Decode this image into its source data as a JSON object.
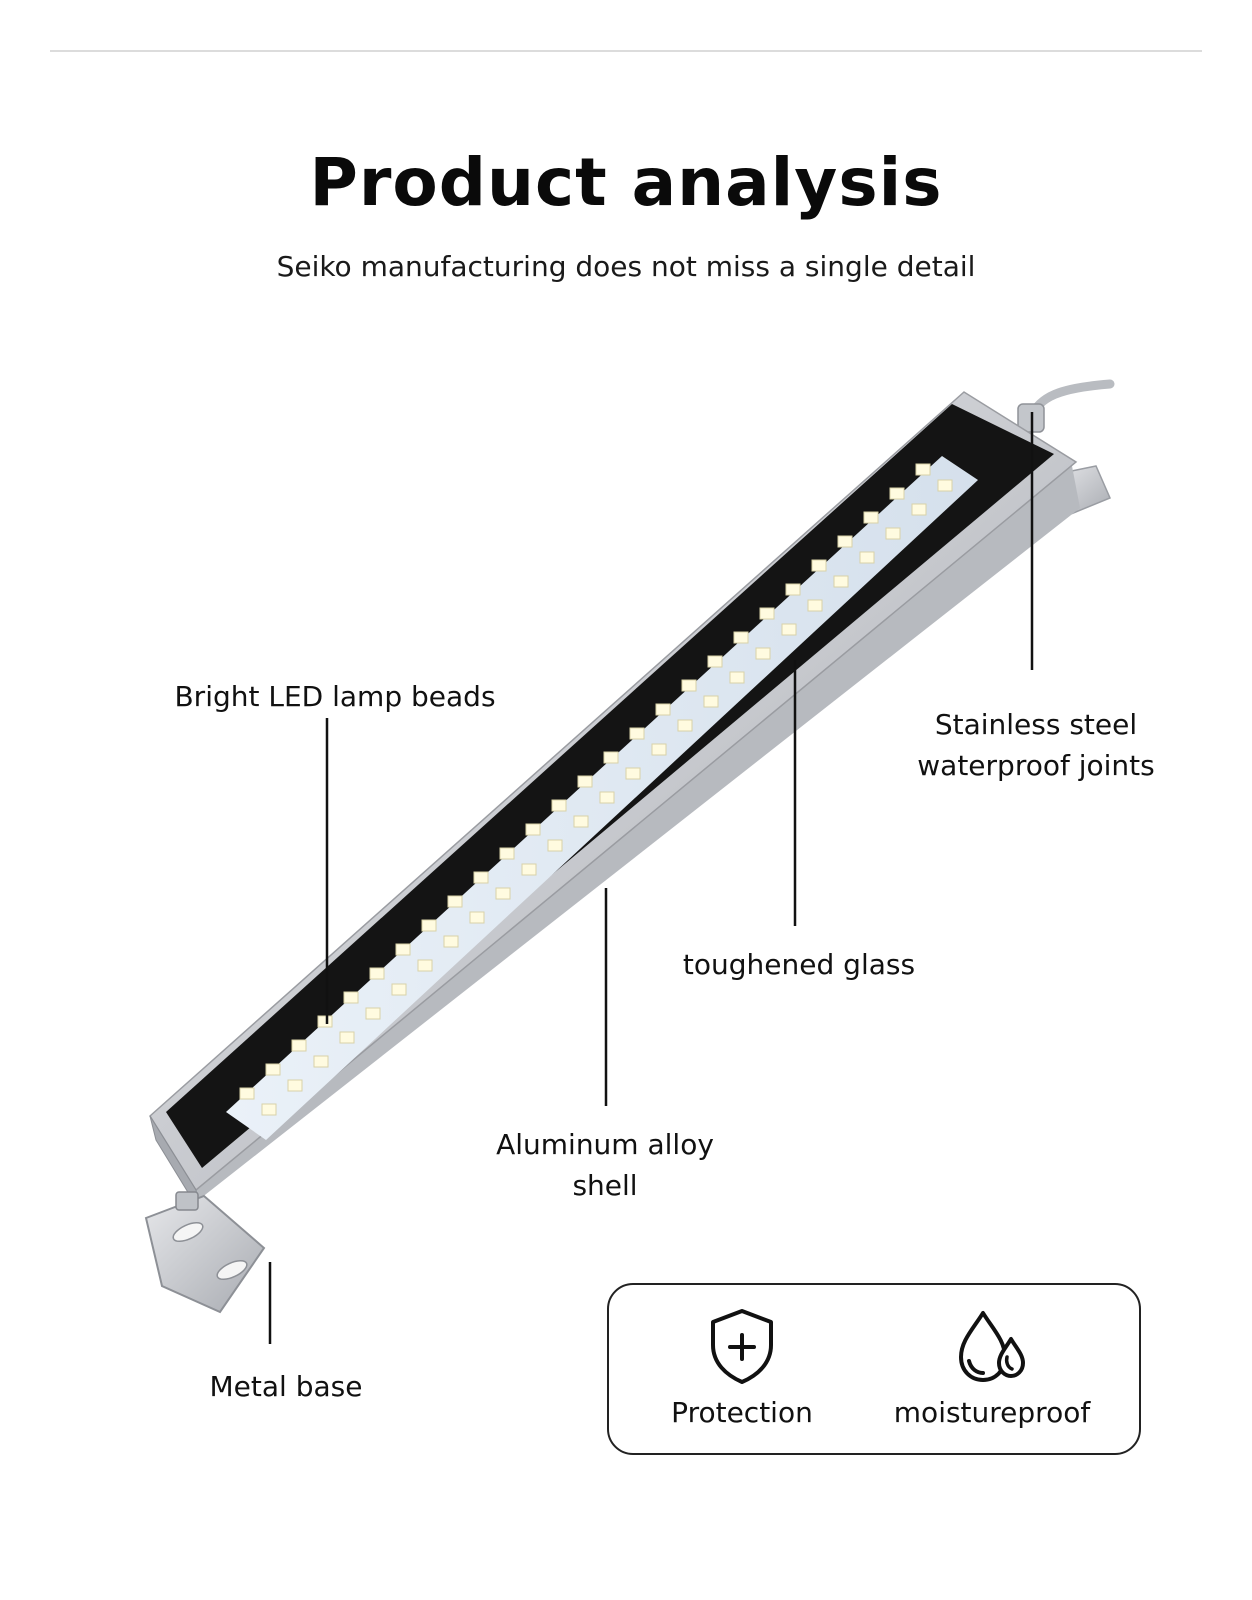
{
  "header": {
    "title": "Product analysis",
    "subtitle": "Seiko manufacturing does not miss a single detail"
  },
  "callouts": {
    "led": "Bright LED lamp beads",
    "steel": "Stainless steel waterproof joints",
    "glass": "toughened glass",
    "aluminum": "Aluminum alloy shell",
    "base": "Metal base"
  },
  "features": [
    {
      "label": "Protection",
      "icon": "shield-plus-icon"
    },
    {
      "label": "moistureproof",
      "icon": "water-drops-icon"
    }
  ],
  "colors": {
    "text": "#111111",
    "housing": "#c9cbcf",
    "frame": "#141414",
    "diffuser": "#dfe8f2",
    "led": "#fff7cc"
  }
}
